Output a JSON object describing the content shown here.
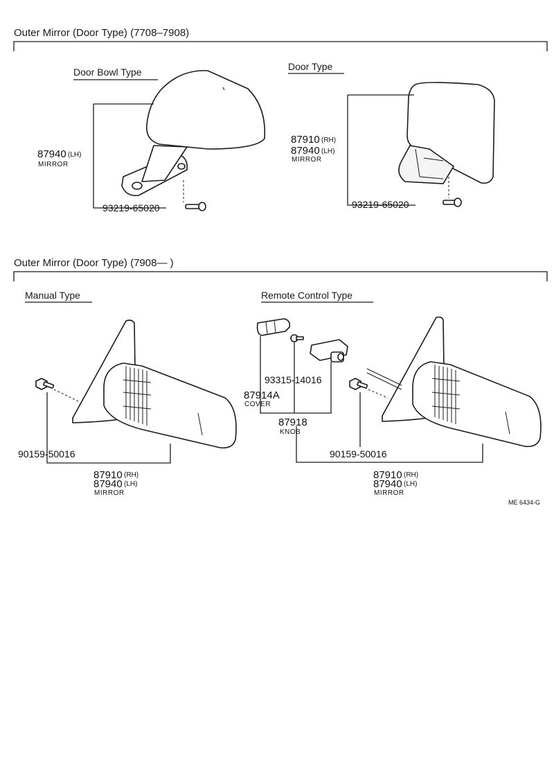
{
  "section1": {
    "title": "Outer Mirror (Door Type) (7708–7908)",
    "door_bowl": {
      "title": "Door Bowl Type",
      "mirror_part_lh": "87940",
      "mirror_suffix_lh": "(LH)",
      "mirror_label": "MIRROR",
      "screw_part": "93219-65020"
    },
    "door": {
      "title": "Door Type",
      "mirror_part_rh": "87910",
      "mirror_suffix_rh": "(RH)",
      "mirror_part_lh": "87940",
      "mirror_suffix_lh": "(LH)",
      "mirror_label": "MIRROR",
      "screw_part": "93219-65020"
    }
  },
  "section2": {
    "title": "Outer Mirror (Door Type) (7908—          )",
    "manual": {
      "title": "Manual Type",
      "screw_part": "90159-50016",
      "mirror_part_rh": "87910",
      "mirror_suffix_rh": "(RH)",
      "mirror_part_lh": "87940",
      "mirror_suffix_lh": "(LH)",
      "mirror_label": "MIRROR"
    },
    "remote": {
      "title": "Remote Control Type",
      "screw_small_part": "93315-14016",
      "cover_part": "87914A",
      "cover_label": "COVER",
      "knob_part": "87918",
      "knob_label": "KNOB",
      "screw_part": "90159-50016",
      "mirror_part_rh": "87910",
      "mirror_suffix_rh": "(RH)",
      "mirror_part_lh": "87940",
      "mirror_suffix_lh": "(LH)",
      "mirror_label": "MIRROR"
    }
  },
  "figure_code": "ME  6434-G"
}
